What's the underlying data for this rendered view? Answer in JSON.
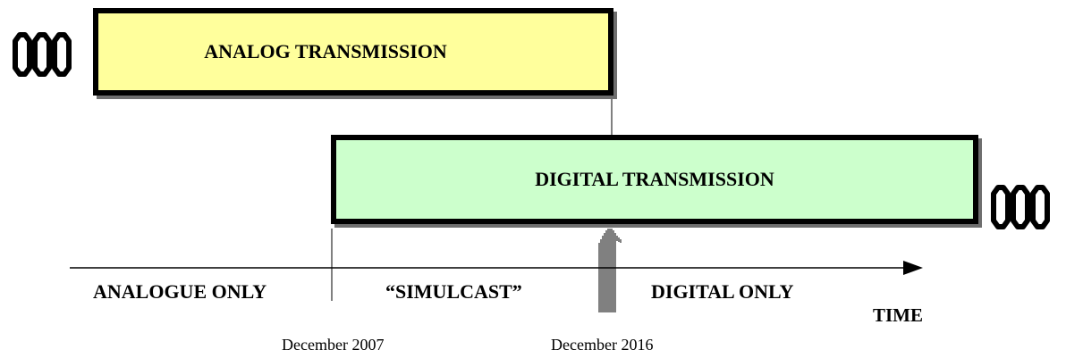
{
  "boxes": {
    "analog": {
      "label": "ANALOG TRANSMISSION",
      "fill": "#ffff9c"
    },
    "digital": {
      "label": "DIGITAL TRANSMISSION",
      "fill": "#ccffcc"
    }
  },
  "timeline": {
    "periods": [
      "ANALOGUE ONLY",
      "“SIMULCAST”",
      "DIGITAL ONLY"
    ],
    "axis_label": "TIME",
    "dates": [
      "December 2007",
      "December 2016"
    ]
  },
  "icons": [
    "signal-wave-icon",
    "signal-wave-icon"
  ],
  "colors": {
    "line": "#000000",
    "shadow": "#6e6e6e"
  }
}
